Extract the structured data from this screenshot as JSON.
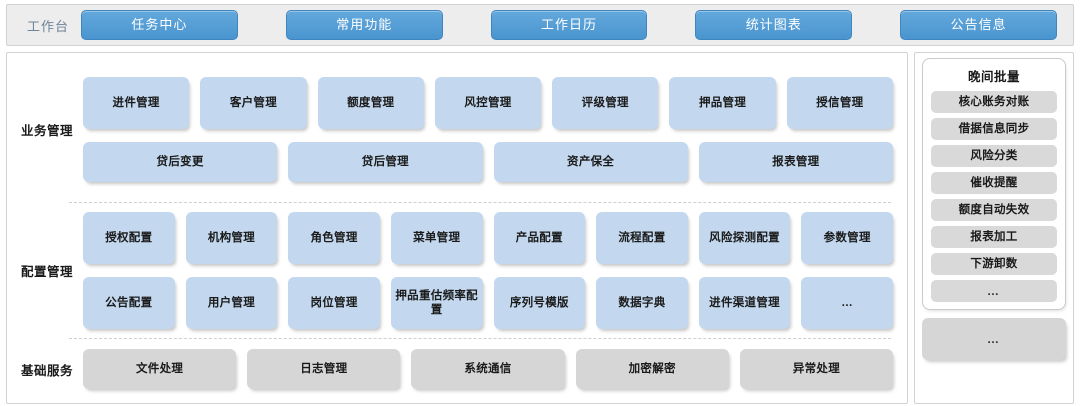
{
  "topbar": {
    "label": "工作台",
    "tabs": [
      {
        "label": "任务中心"
      },
      {
        "label": "常用功能"
      },
      {
        "label": "工作日历"
      },
      {
        "label": "统计图表"
      },
      {
        "label": "公告信息"
      }
    ],
    "accent_color": "#4a95cf",
    "background": "#ededed"
  },
  "sections": [
    {
      "label": "业务管理",
      "tile_color": "#c3d8ef",
      "rows": [
        {
          "tiles": [
            {
              "label": "进件管理"
            },
            {
              "label": "客户管理"
            },
            {
              "label": "额度管理"
            },
            {
              "label": "风控管理"
            },
            {
              "label": "评级管理"
            },
            {
              "label": "押品管理"
            },
            {
              "label": "授信管理"
            }
          ]
        },
        {
          "tiles": [
            {
              "label": "贷后变更"
            },
            {
              "label": "贷后管理"
            },
            {
              "label": "资产保全"
            },
            {
              "label": "报表管理"
            }
          ]
        }
      ]
    },
    {
      "label": "配置管理",
      "tile_color": "#c3d8ef",
      "rows": [
        {
          "tiles": [
            {
              "label": "授权配置"
            },
            {
              "label": "机构管理"
            },
            {
              "label": "角色管理"
            },
            {
              "label": "菜单管理"
            },
            {
              "label": "产品配置"
            },
            {
              "label": "流程配置"
            },
            {
              "label": "风险探测配置"
            },
            {
              "label": "参数管理"
            }
          ]
        },
        {
          "tiles": [
            {
              "label": "公告配置"
            },
            {
              "label": "用户管理"
            },
            {
              "label": "岗位管理"
            },
            {
              "label": "押品重估频率配置"
            },
            {
              "label": "序列号模版"
            },
            {
              "label": "数据字典"
            },
            {
              "label": "进件渠道管理"
            },
            {
              "label": "…"
            }
          ]
        }
      ]
    },
    {
      "label": "基础服务",
      "tile_color": "#d6d6d6",
      "rows": [
        {
          "tiles": [
            {
              "label": "文件处理"
            },
            {
              "label": "日志管理"
            },
            {
              "label": "系统通信"
            },
            {
              "label": "加密解密"
            },
            {
              "label": "异常处理"
            }
          ]
        }
      ]
    }
  ],
  "right_panel": {
    "batch": {
      "title": "晚间批量",
      "items": [
        {
          "label": "核心账务对账"
        },
        {
          "label": "借据信息同步"
        },
        {
          "label": "风险分类"
        },
        {
          "label": "催收提醒"
        },
        {
          "label": "额度自动失效"
        },
        {
          "label": "报表加工"
        },
        {
          "label": "下游卸数"
        },
        {
          "label": "…"
        }
      ]
    },
    "footer": {
      "label": "…"
    }
  }
}
